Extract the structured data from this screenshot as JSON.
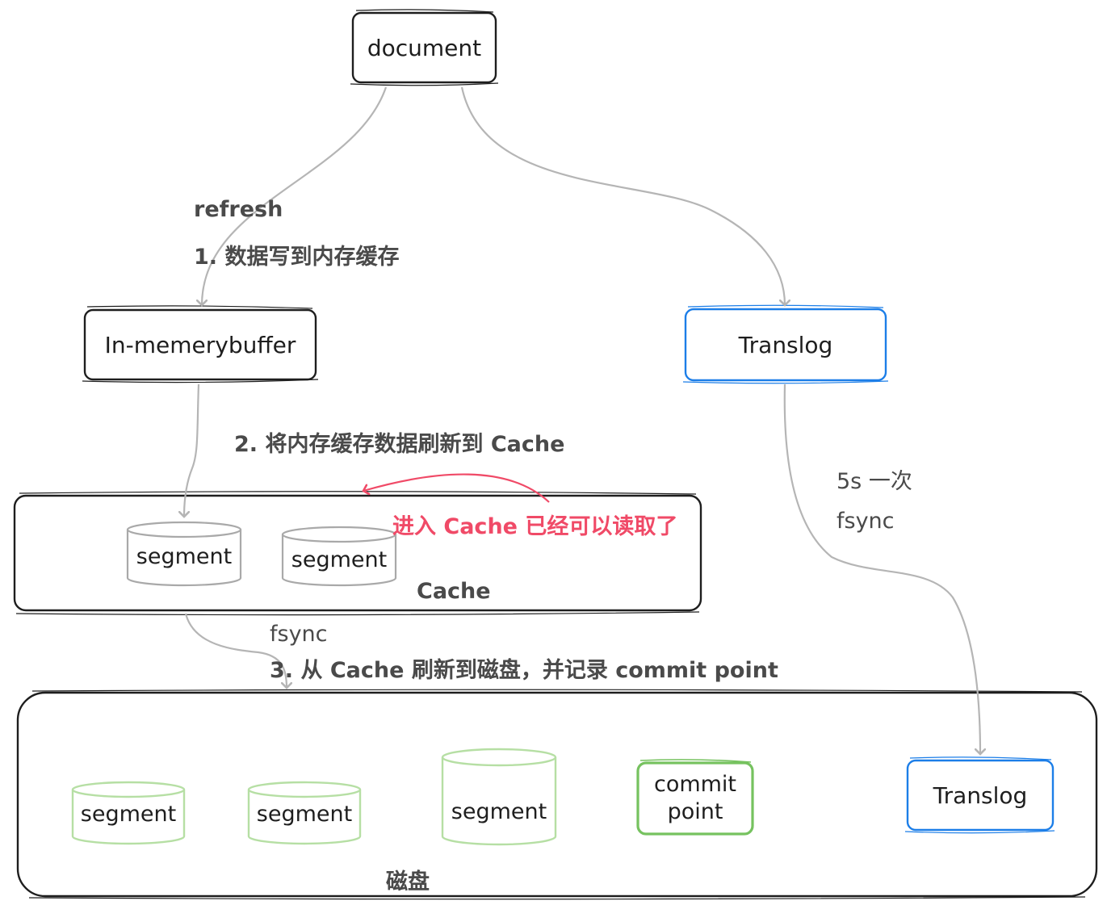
{
  "nodes": {
    "document": "document",
    "buffer": "In-memerybuffer",
    "translog_top": "Translog",
    "translog_bottom": "Translog",
    "commit_line1": "commit",
    "commit_line2": "point"
  },
  "segments": {
    "cache": [
      "segment",
      "segment"
    ],
    "disk": [
      "segment",
      "segment",
      "segment"
    ]
  },
  "containers": {
    "cache": "Cache",
    "disk": "磁盘"
  },
  "annotations": {
    "refresh": "refresh",
    "step1": "1. 数据写到内存缓存",
    "step2": "2. 将内存缓存数据刷新到 Cache",
    "readable": "进入 Cache 已经可以读取了",
    "every5s": "5s 一次",
    "fsync_right": "fsync",
    "fsync_left": "fsync",
    "step3": "3. 从 Cache 刷新到磁盘，并记录 commit point"
  },
  "colors": {
    "ink": "#1e1e1e",
    "arrow": "#b5b5b5",
    "blue": "#1c7ee8",
    "green": "#76c25f",
    "green_light": "#b6dfa4",
    "red": "#f04a67",
    "segment_gray": "#a9a9a9"
  }
}
